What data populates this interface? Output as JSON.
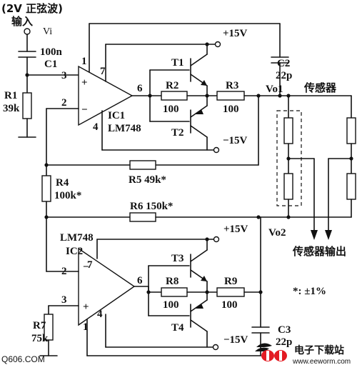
{
  "input": {
    "note": "(2V 正弦波)",
    "label": "输入",
    "vi": "Vi"
  },
  "components": {
    "c1_value": "100n",
    "c1": "C1",
    "r1": "R1",
    "r1_value": "39k",
    "c2": "C2",
    "c2_value": "22p",
    "r2": "R2",
    "r2_value": "100",
    "r3": "R3",
    "r3_value": "100",
    "t1": "T1",
    "t2": "T2",
    "ic1": "IC1",
    "ic1_part": "LM748",
    "r5": "R5  49k*",
    "r4": "R4",
    "r4_value": "100k*",
    "r6": "R6  150k*",
    "ic2_part": "LM748",
    "ic2": "IC2",
    "t3": "T3",
    "t4": "T4",
    "r8": "R8",
    "r8_value": "100",
    "r9": "R9",
    "r9_value": "100",
    "r7": "R7",
    "r7_value": "75k",
    "c3": "C3",
    "c3_value": "22p"
  },
  "supplies": {
    "plus15_top": "+15V",
    "minus15_top": "−15V",
    "plus15_bottom": "+15V",
    "minus15_bottom": "−15V"
  },
  "pins": {
    "ic1_p1": "1",
    "ic1_p3": "3",
    "ic1_p2": "2",
    "ic1_p7": "7",
    "ic1_p4": "4",
    "ic1_p6": "6",
    "ic2_p7": "7",
    "ic2_p2": "2",
    "ic2_p3": "3",
    "ic2_p4": "4",
    "ic2_p1": "1",
    "ic2_p6": "6",
    "plus": "+",
    "minus": "−"
  },
  "nodes": {
    "vo1": "Vo1",
    "vo2": "Vo2",
    "sensor": "传感器",
    "sensor_output": "传感器输出"
  },
  "notes": {
    "tolerance": "*: ±1%"
  },
  "watermark": {
    "left": "Q606.COM",
    "site_cn": "电子下载站",
    "site_url": "www.eeworm.com"
  }
}
